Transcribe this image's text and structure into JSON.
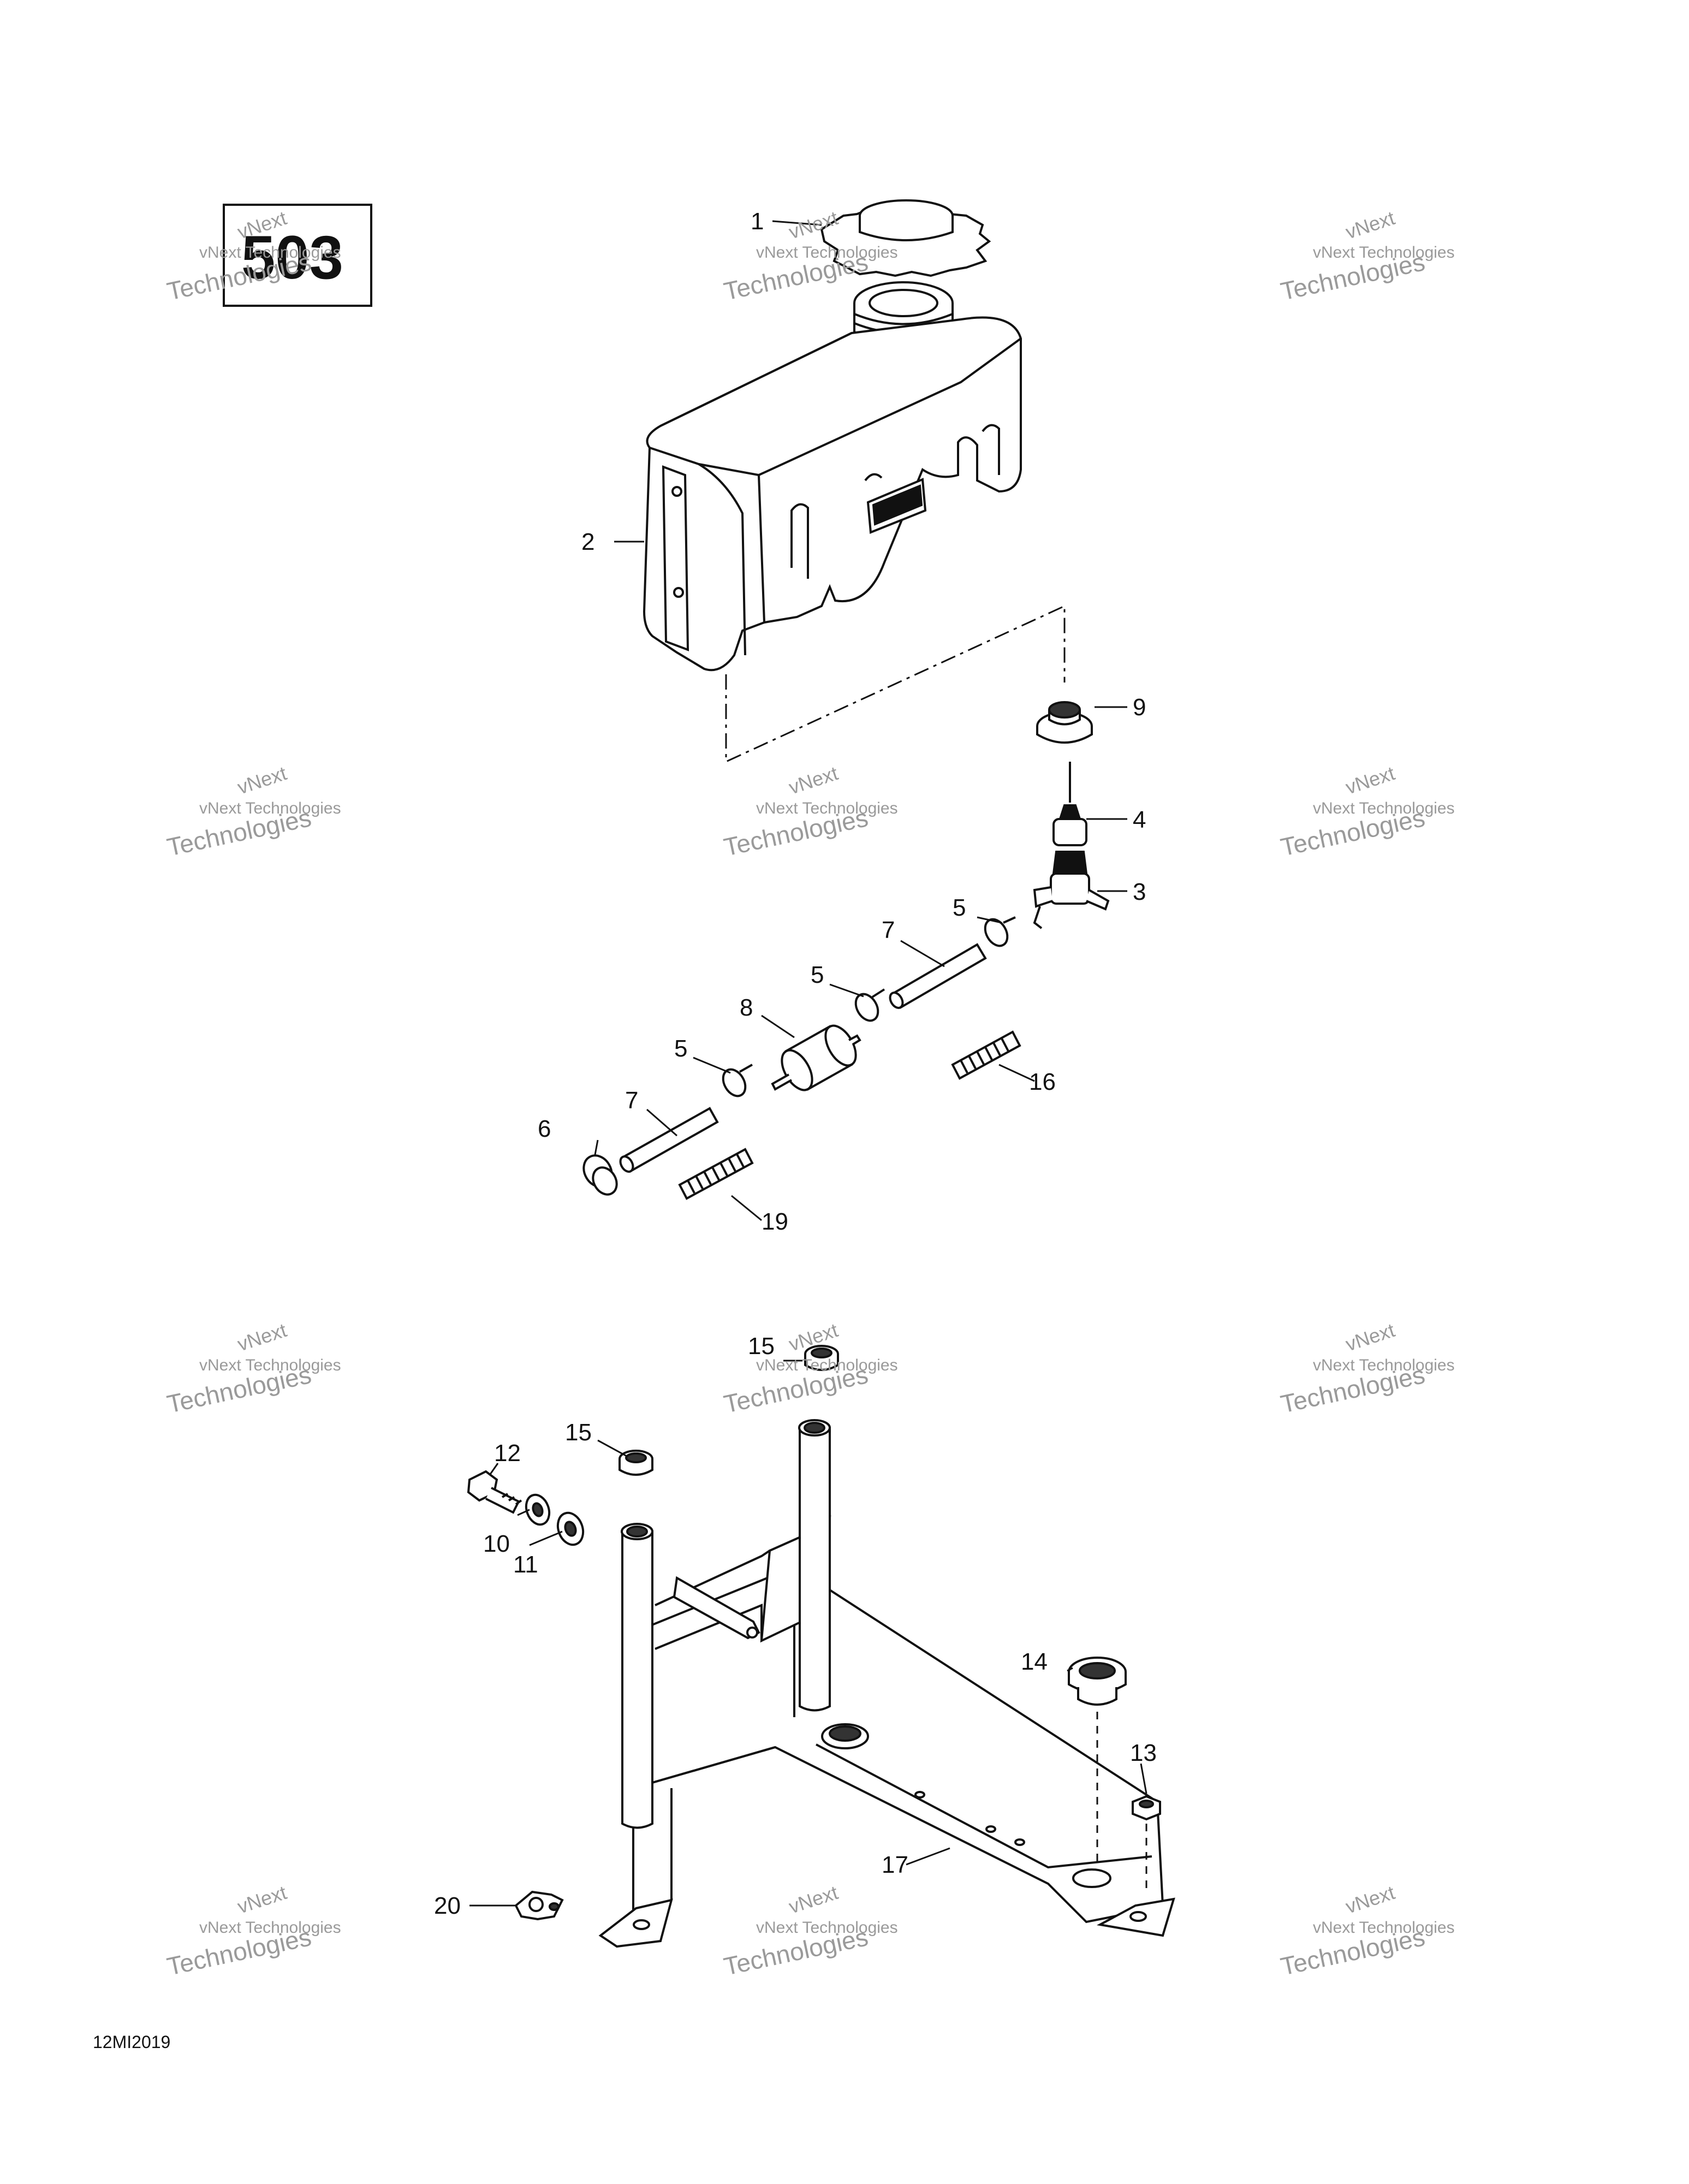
{
  "section_number": "503",
  "reference_code": "12MI2019",
  "watermark": {
    "line1": "vNext Technologies",
    "line2": "vNext",
    "line3": "Technologies"
  },
  "callouts": {
    "c1": "1",
    "c2": "2",
    "c3": "3",
    "c4": "4",
    "c5a": "5",
    "c5b": "5",
    "c5c": "5",
    "c6": "6",
    "c7a": "7",
    "c7b": "7",
    "c8": "8",
    "c9": "9",
    "c10": "10",
    "c11": "11",
    "c12": "12",
    "c13": "13",
    "c14": "14",
    "c15a": "15",
    "c15b": "15",
    "c16": "16",
    "c17": "17",
    "c19": "19",
    "c20": "20"
  },
  "colors": {
    "ink": "#111111",
    "watermark": "#9a9a9a"
  }
}
